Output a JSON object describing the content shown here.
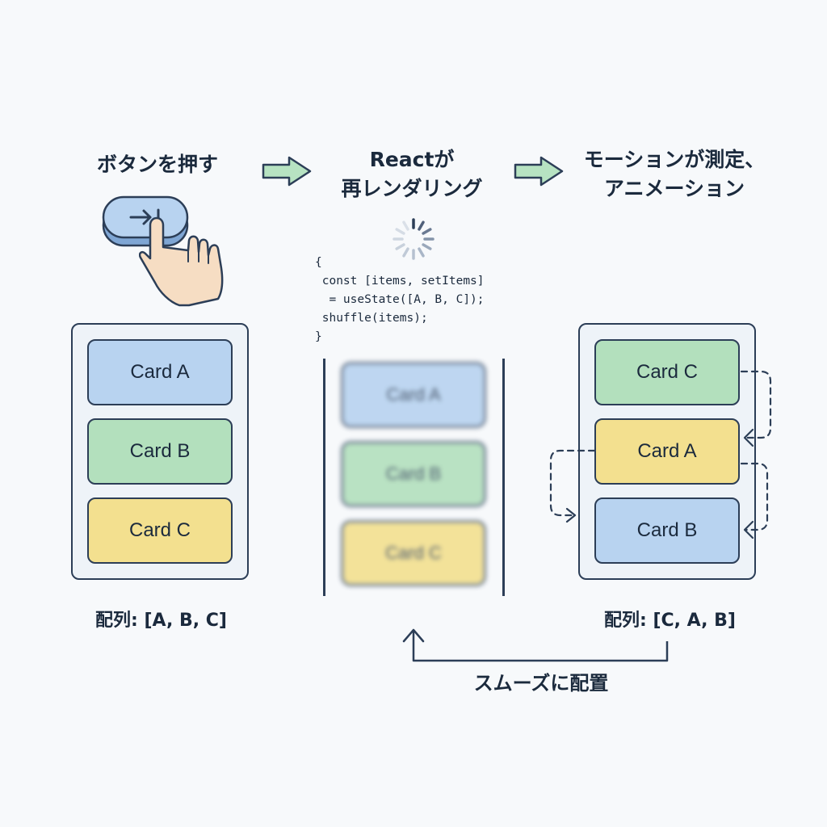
{
  "steps": {
    "step1": {
      "line1": "ボタンを押す"
    },
    "step2": {
      "line1": "Reactが",
      "line2": "再レンダリング"
    },
    "step3": {
      "line1": "モーションが測定、",
      "line2": "アニメーション"
    }
  },
  "before": {
    "cards": [
      "Card A",
      "Card B",
      "Card C"
    ],
    "array_label": "配列: [A, B, C]"
  },
  "rendering": {
    "code_lines": [
      "{",
      " const [items, setItems]",
      "  = useState([A, B, C]);",
      " shuffle(items);",
      "}"
    ],
    "cards": [
      "Card A",
      "Card B",
      "Card C"
    ]
  },
  "after": {
    "cards": [
      "Card C",
      "Card A",
      "Card B"
    ],
    "array_label": "配列: [C, A, B]"
  },
  "footer": {
    "caption": "スムーズに配置"
  },
  "colors": {
    "card_blue": "#b8d3f0",
    "card_green": "#b3e0bd",
    "card_yellow": "#f3e08f",
    "arrow_green": "#b7e3c2",
    "outline": "#2c3e57"
  },
  "icons": [
    "pointing-hand-icon",
    "enter-button-icon",
    "loading-spinner-icon",
    "step-arrow-icon",
    "reorder-arrow-icon"
  ]
}
